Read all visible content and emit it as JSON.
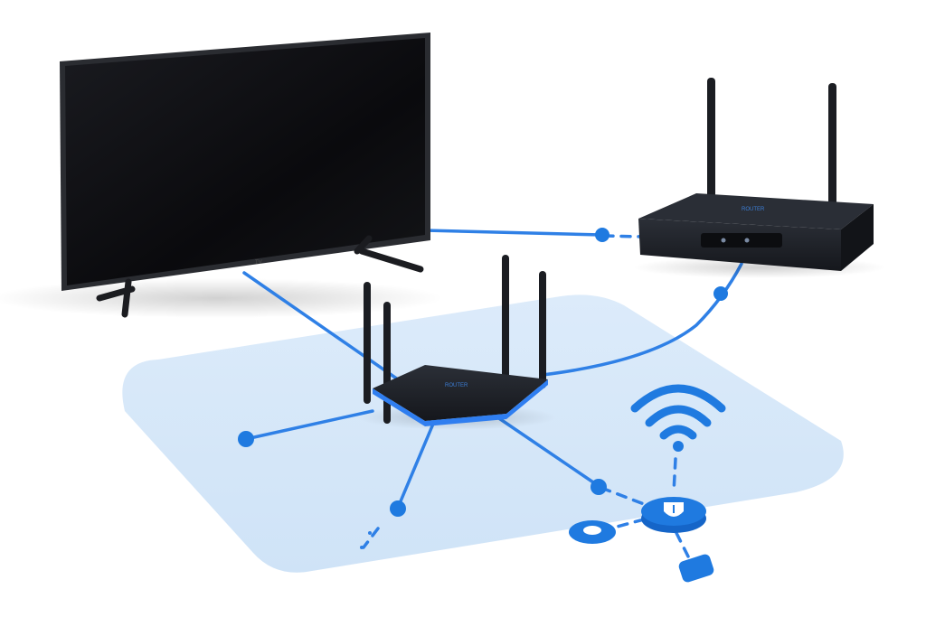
{
  "scene": {
    "subject": "home network devices connected by wireless links",
    "devices": [
      {
        "name": "television",
        "icon": "tv-icon",
        "screen_on": false
      },
      {
        "name": "main-router",
        "icon": "router-icon",
        "antennas": 4
      },
      {
        "name": "streaming-box-router",
        "icon": "router-icon",
        "antennas": 2
      },
      {
        "name": "smart-hub",
        "icon": "shield-icon"
      },
      {
        "name": "smart-plug",
        "icon": "disc-icon"
      },
      {
        "name": "wifi-signal",
        "icon": "wifi-icon"
      }
    ],
    "labels": {
      "main_router_brand": "ROUTER",
      "box_brand": "ROUTER",
      "tv_brand": "TV"
    },
    "colors": {
      "accent": "#1f7ae0",
      "floor": "#d3e6f8",
      "device_dark": "#1c1f26",
      "screen": "#0d0d10"
    }
  }
}
